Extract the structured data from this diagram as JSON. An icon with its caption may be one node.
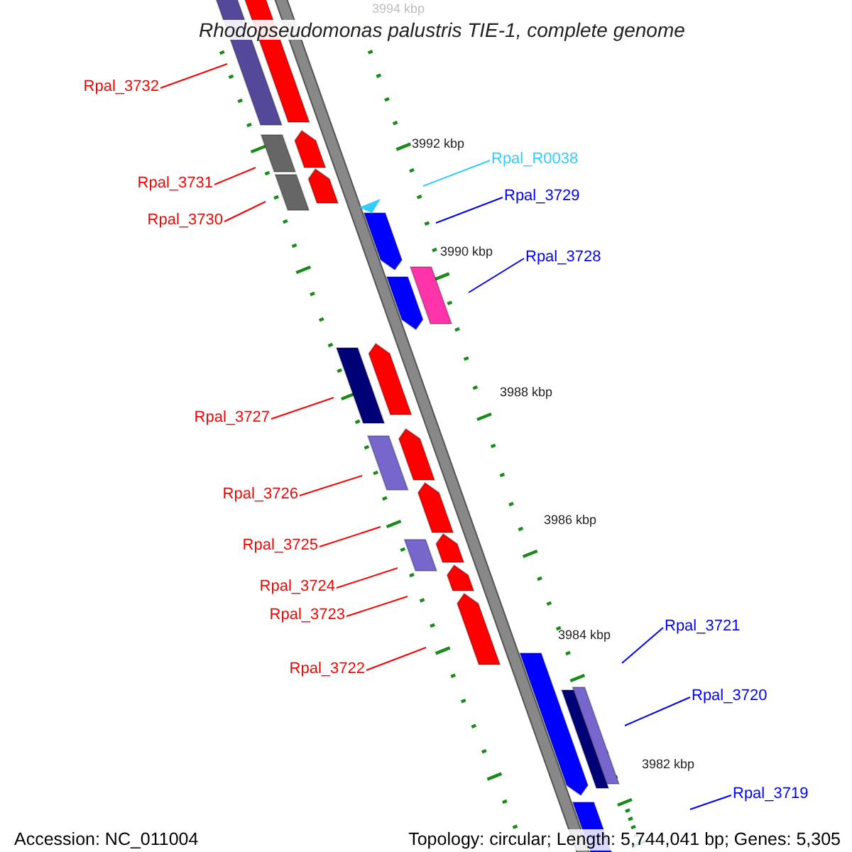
{
  "diagram": {
    "title": "Rhodopseudomonas palustris TIE-1, complete genome",
    "nodes": [
      {
        "text": [
          "Rpal_3732"
        ]
      },
      {
        "text": [
          "Rpal_3731"
        ]
      },
      {
        "text": [
          "Rpal_3730"
        ]
      },
      {
        "text": [
          "Rpal_R0038"
        ]
      },
      {
        "text": [
          "Rpal_3729"
        ]
      },
      {
        "text": [
          "Rpal_3728"
        ]
      },
      {
        "text": [
          "Rpal_3727"
        ]
      },
      {
        "text": [
          "Rpal_3726"
        ]
      },
      {
        "text": [
          "Rpal_3725"
        ]
      },
      {
        "text": [
          "Rpal_3724"
        ]
      },
      {
        "text": [
          "Rpal_3723"
        ]
      },
      {
        "text": [
          "Rpal_3722"
        ]
      },
      {
        "text": [
          "Rpal_3721"
        ]
      },
      {
        "text": [
          "Rpal_3720"
        ]
      },
      {
        "text": [
          "Rpal_3719"
        ]
      }
    ],
    "edges": [
      {
        "from": 0,
        "to": null,
        "arrow": "none"
      },
      {
        "from": 1,
        "to": null,
        "arrow": "none"
      },
      {
        "from": 2,
        "to": null,
        "arrow": "none"
      },
      {
        "from": 3,
        "to": null,
        "arrow": "none",
        "color": "#33ccff"
      },
      {
        "from": 4,
        "to": null,
        "arrow": "none",
        "color": "#0000ff"
      },
      {
        "from": 5,
        "to": null,
        "arrow": "none",
        "color": "#0000ff"
      },
      {
        "from": 6,
        "to": null,
        "arrow": "none"
      },
      {
        "from": 7,
        "to": null,
        "arrow": "none"
      },
      {
        "from": 8,
        "to": null,
        "arrow": "none"
      },
      {
        "from": 9,
        "to": null,
        "arrow": "none"
      },
      {
        "from": 10,
        "to": null,
        "arrow": "none"
      },
      {
        "from": 11,
        "to": null,
        "arrow": "none"
      },
      {
        "from": 12,
        "to": null,
        "arrow": "none",
        "color": "#0000ff"
      },
      {
        "from": 13,
        "to": null,
        "arrow": "none",
        "color": "#0000ff"
      },
      {
        "from": 14,
        "to": null,
        "arrow": "none",
        "color": "#0000ff"
      }
    ],
    "labels": [
      "3994 kbp",
      "3992 kbp",
      "3990 kbp",
      "3988 kbp",
      "3986 kbp",
      "3984 kbp",
      "3982 kbp",
      "Accession: NC_011004",
      "Topology: circular; Length: 5,744,041 bp; Genes: 5,305"
    ]
  }
}
